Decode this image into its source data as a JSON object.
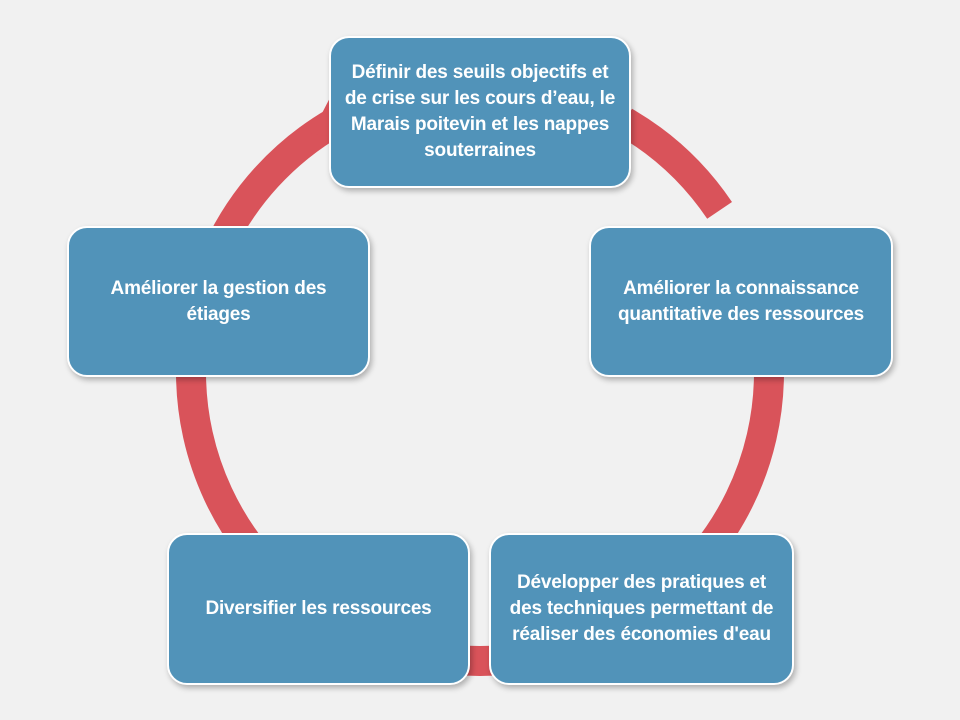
{
  "colors": {
    "background": "#f1f1f1",
    "node_fill": "#5193b9",
    "node_border": "#ffffff",
    "arrow": "#d9535a"
  },
  "diagram": {
    "type": "cycle",
    "direction": "clockwise",
    "nodes": [
      {
        "id": "n1",
        "label": "Définir des seuils objectifs et de crise sur les cours d’eau, le Marais poitevin et les nappes souterraines"
      },
      {
        "id": "n2",
        "label": "Améliorer la connaissance quantitative des ressources"
      },
      {
        "id": "n3",
        "label": "Développer des pratiques et des techniques permettant de réaliser des économies d'eau"
      },
      {
        "id": "n4",
        "label": "Diversifier les ressources"
      },
      {
        "id": "n5",
        "label": "Améliorer la gestion des étiages"
      }
    ]
  }
}
